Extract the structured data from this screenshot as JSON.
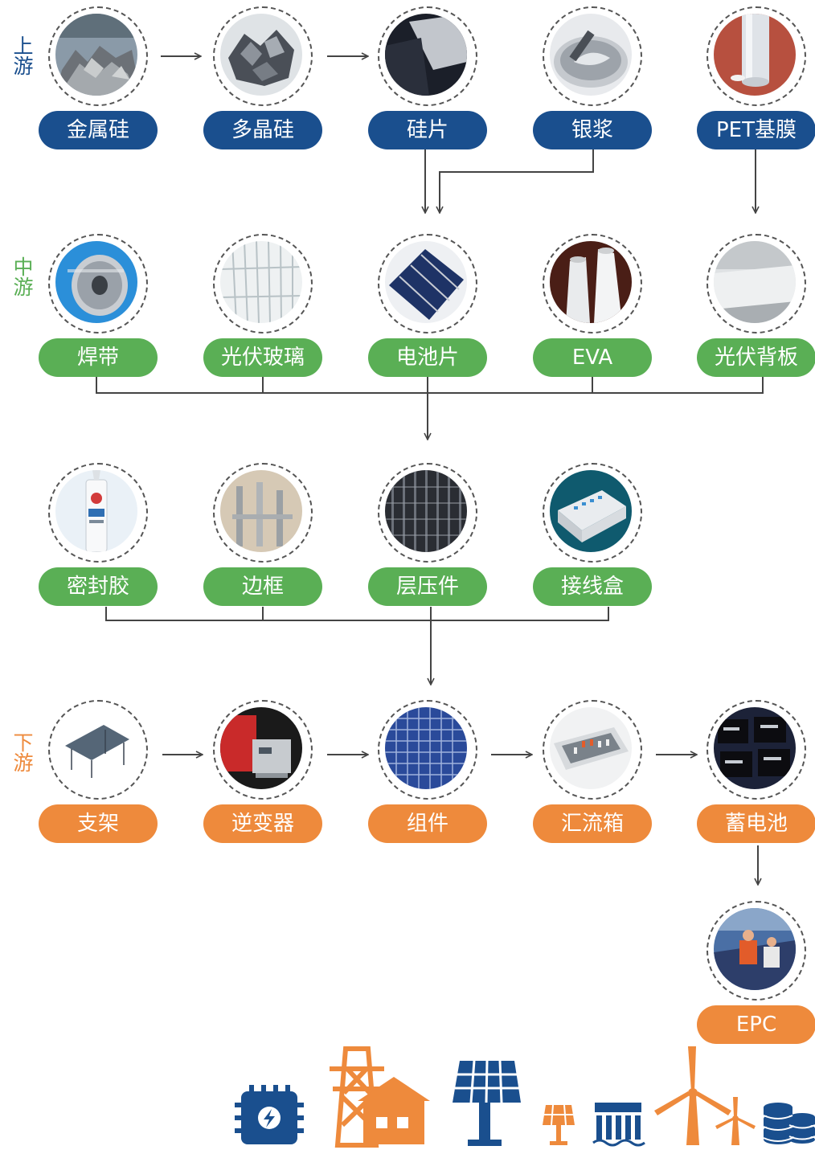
{
  "stages": {
    "upstream": "上游",
    "midstream": "中游",
    "downstream": "下游"
  },
  "colors": {
    "upstream": "#1a4f8e",
    "midstream": "#5aaf55",
    "downstream": "#ee8a3c",
    "line": "#444444"
  },
  "upstream": [
    "金属硅",
    "多晶硅",
    "硅片",
    "银浆",
    "PET基膜"
  ],
  "midstream": [
    "焊带",
    "光伏玻璃",
    "电池片",
    "EVA",
    "光伏背板"
  ],
  "components": [
    "密封胶",
    "边框",
    "层压件",
    "接线盒"
  ],
  "downstream": [
    "支架",
    "逆变器",
    "组件",
    "汇流箱",
    "蓄电池"
  ],
  "final": "EPC",
  "icons": [
    "power-chip-icon",
    "transmission-tower-house-icon",
    "solar-panel-large-icon",
    "solar-panel-small-icon",
    "hydro-dam-icon",
    "wind-turbine-icon",
    "battery-stack-icon"
  ]
}
